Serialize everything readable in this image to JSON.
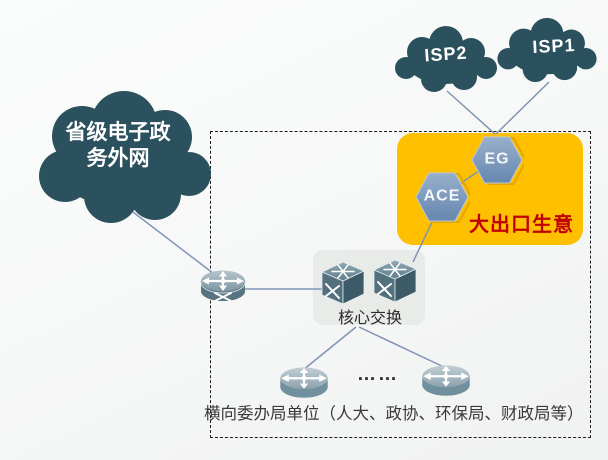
{
  "clouds": {
    "provincial": {
      "line1": "省级电子政",
      "line2": "务外网"
    },
    "isp2": {
      "label": "ISP2"
    },
    "isp1": {
      "label": "ISP1"
    }
  },
  "zone": {
    "title": "大出口生意"
  },
  "devices": {
    "eg": {
      "label": "EG"
    },
    "ace": {
      "label": "ACE"
    },
    "core_switch": {
      "label": "核心交换"
    }
  },
  "bottom": {
    "ellipsis": "……",
    "units_label": "横向委办局单位（人大、政协、环保局、财政局等）"
  },
  "colors": {
    "cloud": "#2B505E",
    "zone_fill": "#FFC000",
    "zone_title": "#C00000",
    "connector": "#8094B6",
    "hexagon": "#7E9CC2",
    "dashed_border": "#1C1C1C"
  }
}
